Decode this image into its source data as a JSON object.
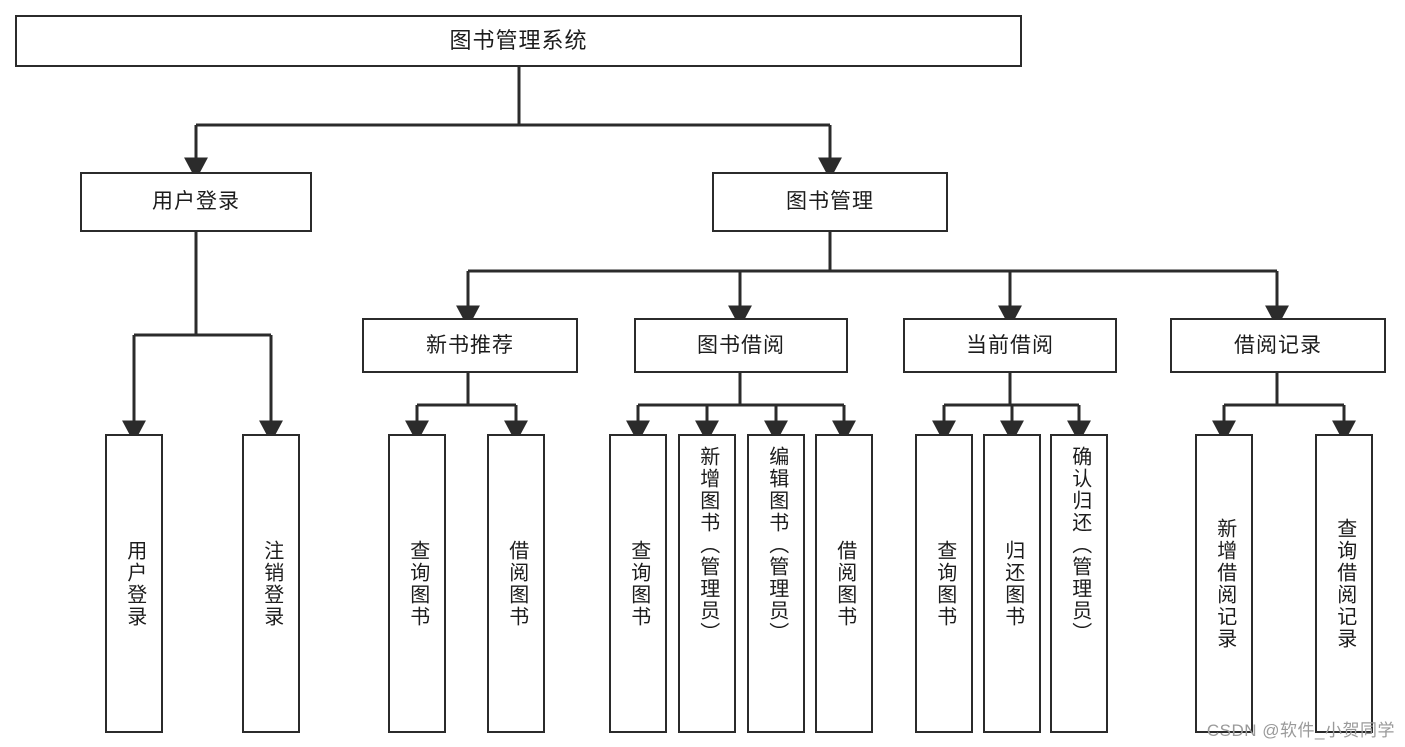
{
  "diagram": {
    "title": "图书管理系统",
    "type": "tree",
    "watermark": "CSDN @软件_小贺同学",
    "line_color": "#2b2b2b",
    "box_fill": "#ffffff",
    "text_color": "#1c1c1c",
    "root": {
      "label": "图书管理系统"
    },
    "level2": [
      {
        "label": "用户登录"
      },
      {
        "label": "图书管理"
      }
    ],
    "level3": [
      {
        "label": "新书推荐"
      },
      {
        "label": "图书借阅"
      },
      {
        "label": "当前借阅"
      },
      {
        "label": "借阅记录"
      }
    ],
    "leaves": {
      "user_login": [
        {
          "label": "用户登录"
        },
        {
          "label": "注销登录"
        }
      ],
      "new_book_recommend": [
        {
          "label": "查询图书"
        },
        {
          "label": "借阅图书"
        }
      ],
      "book_borrow": [
        {
          "label": "查询图书"
        },
        {
          "label": "新增图书（管理员）"
        },
        {
          "label": "编辑图书（管理员）"
        },
        {
          "label": "借阅图书"
        }
      ],
      "current_borrow": [
        {
          "label": "查询图书"
        },
        {
          "label": "归还图书"
        },
        {
          "label": "确认归还（管理员）"
        }
      ],
      "borrow_record": [
        {
          "label": "新增借阅记录"
        },
        {
          "label": "查询借阅记录"
        }
      ]
    }
  }
}
